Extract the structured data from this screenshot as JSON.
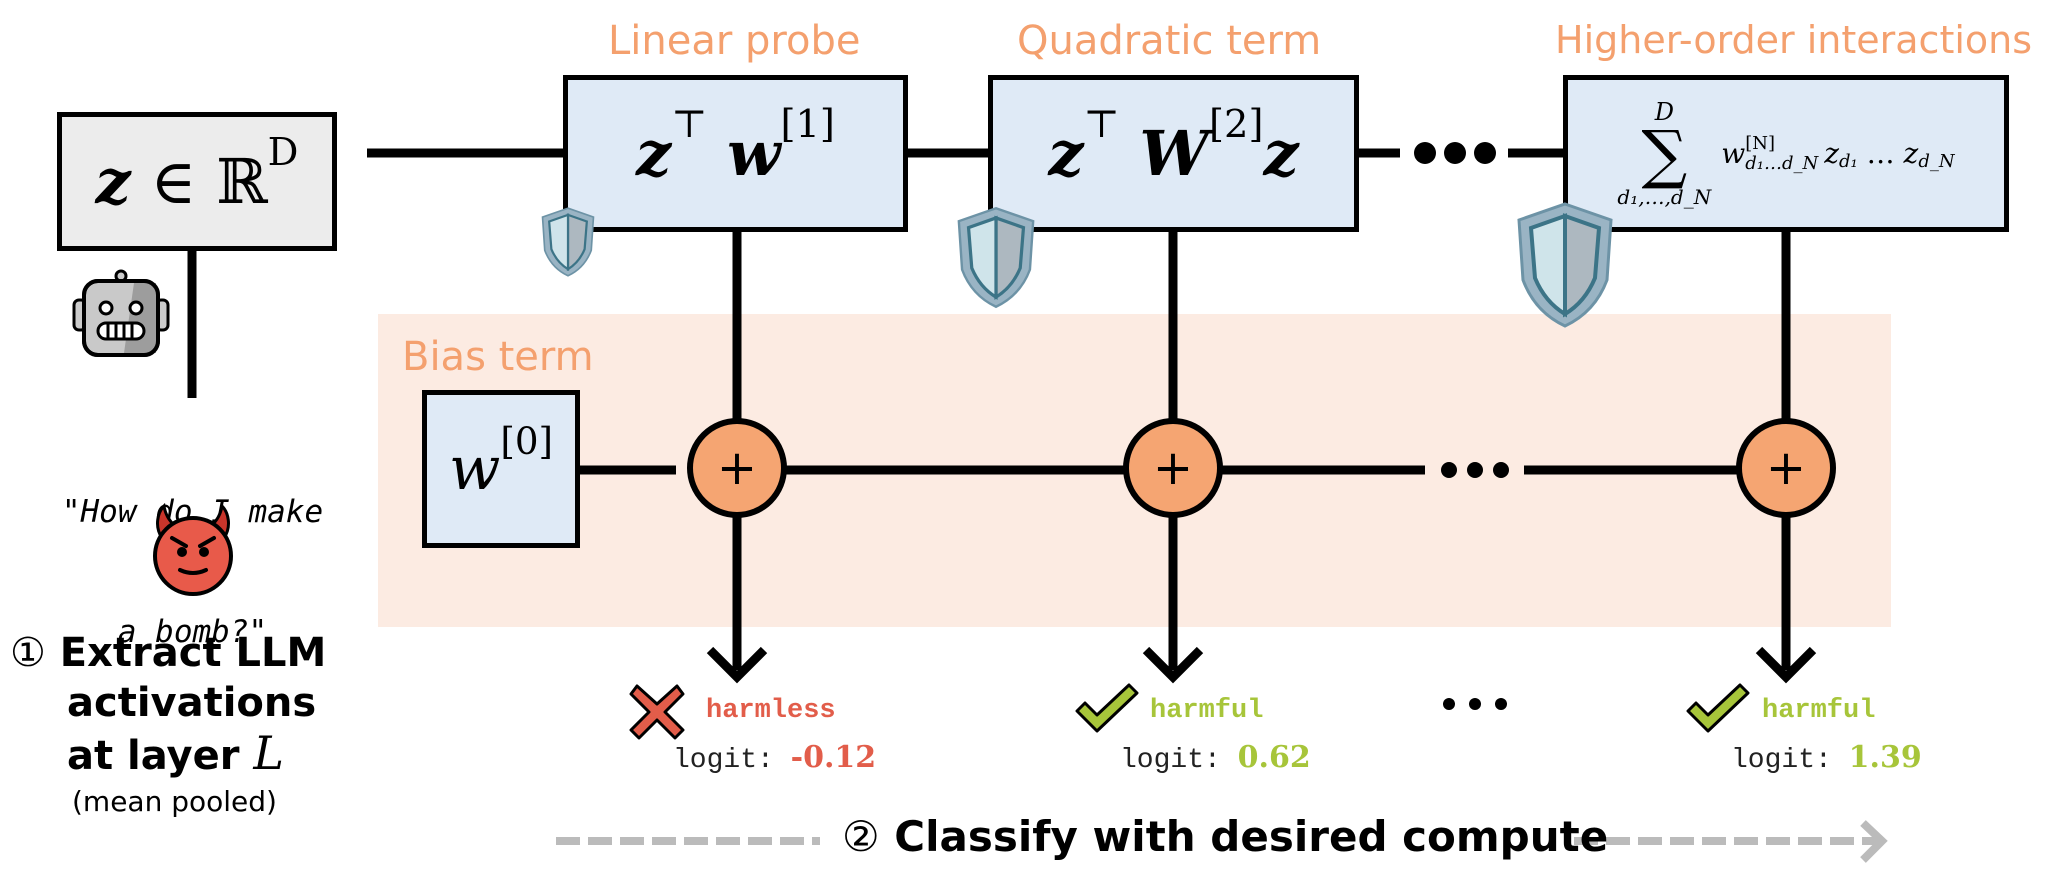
{
  "input": {
    "formula_var": "z",
    "formula_in": "∈",
    "formula_set": "ℝ",
    "formula_sup": "D",
    "robot_icon": "robot-icon",
    "prompt_line1": "\"How do I make",
    "prompt_line2": "a bomb?\"",
    "devil_icon": "devil-icon"
  },
  "step1": {
    "marker": "①",
    "line1": "Extract LLM",
    "line2": "activations",
    "line3": "at layer",
    "layer_var": "L",
    "note": "(mean pooled)"
  },
  "terms": [
    {
      "label": "Linear probe",
      "formula_a": "z",
      "formula_t": "⊤",
      "formula_b": "w",
      "formula_sup": "[1]",
      "formula_c": ""
    },
    {
      "label": "Quadratic term",
      "formula_a": "z",
      "formula_t": "⊤",
      "formula_b": "W",
      "formula_sup": "[2]",
      "formula_c": "z"
    },
    {
      "label": "Higher-order interactions",
      "sum_top": "D",
      "sum_sym": "∑",
      "sum_bottom": "d₁,…,d_N",
      "w": "w",
      "w_sup": "[N]",
      "w_sub": "d₁…d_N",
      "z1": "z",
      "z1_sub": "d₁",
      "dots": "…",
      "zn": "z",
      "zn_sub": "d_N"
    }
  ],
  "bias": {
    "label": "Bias term",
    "w": "w",
    "sup": "[0]"
  },
  "adders": [
    {
      "symbol": "+"
    },
    {
      "symbol": "+"
    },
    {
      "symbol": "+"
    }
  ],
  "outputs": [
    {
      "status_icon": "cross-icon",
      "verdict": "harmless",
      "logit_label": "logit:",
      "logit_value": "-0.12",
      "status": "incorrect"
    },
    {
      "status_icon": "check-icon",
      "verdict": "harmful",
      "logit_label": "logit:",
      "logit_value": "0.62",
      "status": "correct"
    },
    {
      "status_icon": "check-icon",
      "verdict": "harmful",
      "logit_label": "logit:",
      "logit_value": "1.39",
      "status": "correct"
    }
  ],
  "ellipsis": "•••",
  "step2": {
    "marker": "②",
    "label": "Classify with desired compute"
  },
  "colors": {
    "accent_orange": "#f4a06e",
    "bias_bg": "#fcebe2",
    "box_blue": "#dfeaf6",
    "box_gray": "#ececec",
    "adder_fill": "#f5a572",
    "red": "#e25d4a",
    "green": "#a7c53a",
    "arrow_gray": "#bbbbbb"
  }
}
